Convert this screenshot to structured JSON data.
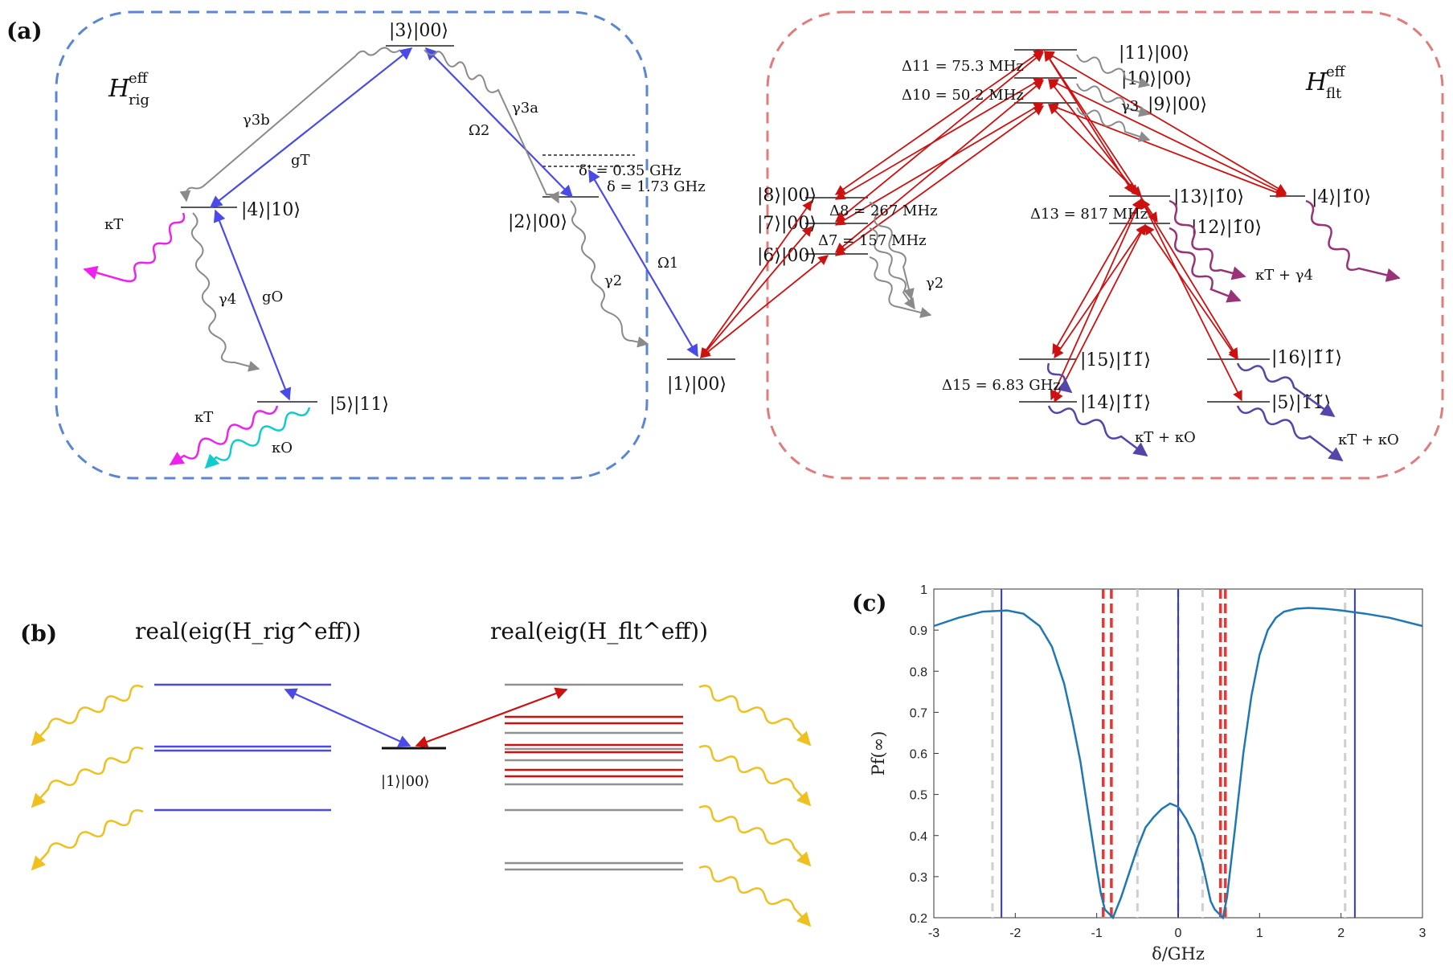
{
  "panel_a": {
    "tag": "(a)",
    "rig": {
      "H": "H",
      "H_sup": "eff",
      "H_sub": "rig",
      "states": {
        "s3": "|3⟩|00⟩",
        "s4": "|4⟩|10⟩",
        "s5": "|5⟩|11⟩",
        "s2": "|2⟩|00⟩",
        "s1": "|1⟩|00⟩"
      },
      "labels": {
        "g3b": "γ3b",
        "gT": "gT",
        "O2": "Ω2",
        "g3a": "γ3a",
        "kT1": "κT",
        "g4": "γ4",
        "gO": "gO",
        "g2": "γ2",
        "O1": "Ω1",
        "kT2": "κT",
        "kO": "κO",
        "dprime": "δ' = 0.35 GHz",
        "delta": "δ = 1.73 GHz"
      }
    },
    "flt": {
      "H": "H",
      "H_sup": "eff",
      "H_sub": "flt",
      "states": {
        "s11": "|11⟩|00⟩",
        "s10": "|10⟩|00⟩",
        "s9": "|9⟩|00⟩",
        "s8": "|8⟩|00⟩",
        "s7": "|7⟩|00⟩",
        "s6": "|6⟩|00⟩",
        "s13": "|13⟩|1̃0⟩",
        "s4": "|4⟩|1̃0⟩",
        "s12": "|12⟩|1̃0⟩",
        "s15": "|15⟩|1̃1̃⟩",
        "s14": "|14⟩|1̃1̃⟩",
        "s16": "|16⟩|1̃1̃⟩",
        "s5": "|5⟩|1̃1̃⟩"
      },
      "labels": {
        "D11": "Δ11 = 75.3 MHz",
        "D10": "Δ10 = 50.2 MHz",
        "g3": "γ3",
        "D8": "Δ8 = 267 MHz",
        "D7": "Δ7 = 157 MHz",
        "g2": "γ2",
        "D13": "Δ13 = 817 MHz",
        "D15": "Δ15 = 6.83 GHz",
        "kTg4": "κT + γ4",
        "kTkO1": "κT + κO",
        "kTkO2": "κT + κO"
      }
    }
  },
  "panel_b": {
    "tag": "(b)",
    "title_left": "real(eig(H_rig^eff))",
    "title_right": "real(eig(H_flt^eff))",
    "center_label": "|1⟩|00⟩",
    "colors": {
      "rig": "#4a4ae8",
      "flt_red": "#cc1111",
      "flt_gray": "#909090",
      "decay": "#eec020"
    }
  },
  "panel_c": {
    "tag": "(c)",
    "chart_data": {
      "type": "line",
      "xlabel": "δ/GHz",
      "ylabel": "Pf(∞)",
      "xlim": [
        -3,
        3
      ],
      "ylim": [
        0.2,
        1
      ],
      "xticks": [
        -3,
        -2,
        -1,
        0,
        1,
        2,
        3
      ],
      "yticks": [
        0.2,
        0.3,
        0.4,
        0.5,
        0.6,
        0.7,
        0.8,
        0.9,
        1
      ],
      "series": [
        {
          "color": "#1f77b4",
          "x": [
            -3.0,
            -2.7,
            -2.4,
            -2.1,
            -1.9,
            -1.7,
            -1.55,
            -1.4,
            -1.3,
            -1.2,
            -1.1,
            -1.0,
            -0.95,
            -0.9,
            -0.85,
            -0.8,
            -0.7,
            -0.6,
            -0.5,
            -0.4,
            -0.3,
            -0.2,
            -0.1,
            0.0,
            0.1,
            0.2,
            0.3,
            0.4,
            0.45,
            0.5,
            0.55,
            0.6,
            0.7,
            0.8,
            0.9,
            1.0,
            1.1,
            1.2,
            1.3,
            1.45,
            1.6,
            1.8,
            2.0,
            2.3,
            2.6,
            3.0
          ],
          "y": [
            0.91,
            0.93,
            0.945,
            0.948,
            0.94,
            0.91,
            0.86,
            0.77,
            0.68,
            0.58,
            0.45,
            0.32,
            0.26,
            0.22,
            0.21,
            0.2,
            0.25,
            0.31,
            0.37,
            0.42,
            0.445,
            0.465,
            0.478,
            0.47,
            0.44,
            0.4,
            0.33,
            0.24,
            0.22,
            0.21,
            0.2,
            0.25,
            0.42,
            0.6,
            0.74,
            0.84,
            0.9,
            0.93,
            0.945,
            0.952,
            0.954,
            0.952,
            0.948,
            0.94,
            0.93,
            0.91
          ]
        }
      ],
      "vlines_blue": [
        -2.17,
        0.0,
        2.17
      ],
      "vlines_red_dashed": [
        -0.92,
        -0.82,
        0.52,
        0.58
      ],
      "vlines_gray_dashed": [
        -2.28,
        -0.5,
        0.0,
        0.3,
        2.05
      ]
    }
  }
}
